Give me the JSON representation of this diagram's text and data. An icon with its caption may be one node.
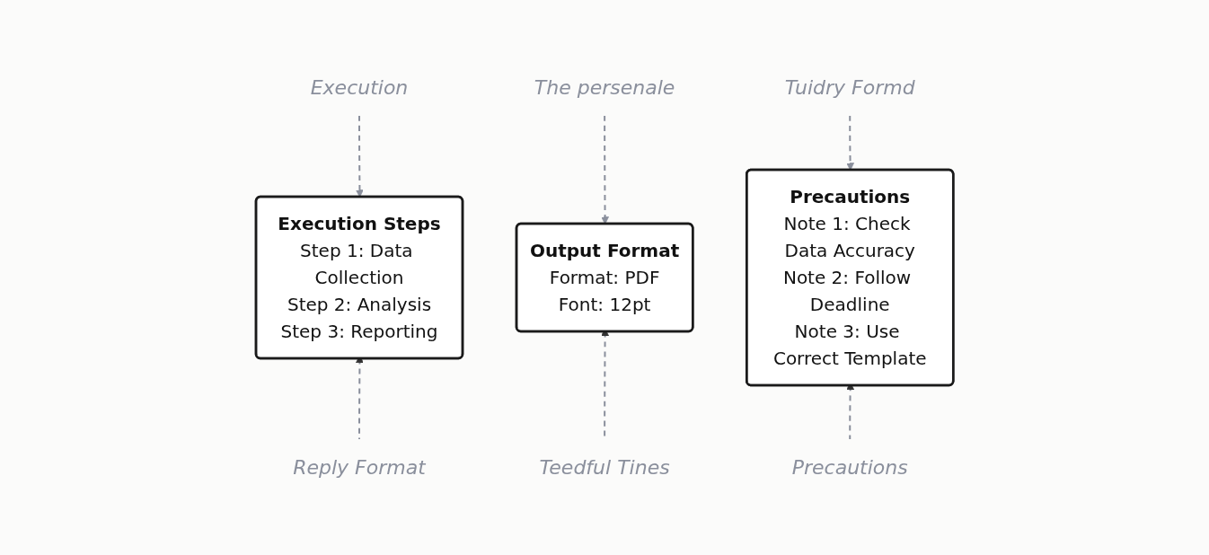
{
  "diagram": {
    "nodes": [
      {
        "text": [
          "Execution"
        ]
      },
      {
        "text": [
          "The persenale"
        ]
      },
      {
        "text": [
          "Tuidry Formd"
        ]
      },
      {
        "text": [
          "Execution Steps",
          "Step 1: Data Collection",
          "Step 2: Analysis",
          "Step 3: Reporting"
        ]
      },
      {
        "text": [
          "Output Format",
          "Format: PDF",
          "Font: 12pt"
        ]
      },
      {
        "text": [
          "Precautions",
          "Note 1: Check Data Accuracy",
          "Note 2: Follow Deadline",
          "Note 3: Use Correct Template"
        ]
      },
      {
        "text": [
          "Reply Format"
        ]
      },
      {
        "text": [
          "Teedful Tines"
        ]
      },
      {
        "text": [
          "Precautions"
        ]
      }
    ],
    "edges": [
      {
        "from": 0,
        "to": 3,
        "arrow": "to",
        "style": "dashed"
      },
      {
        "from": 1,
        "to": 4,
        "arrow": "to",
        "style": "dashed"
      },
      {
        "from": 2,
        "to": 5,
        "arrow": "to",
        "style": "dashed"
      },
      {
        "from": 6,
        "to": 3,
        "arrow": "to",
        "style": "dashed"
      },
      {
        "from": 7,
        "to": 4,
        "arrow": "to",
        "style": "dashed"
      },
      {
        "from": 8,
        "to": 5,
        "arrow": "to",
        "style": "dashed"
      }
    ]
  }
}
